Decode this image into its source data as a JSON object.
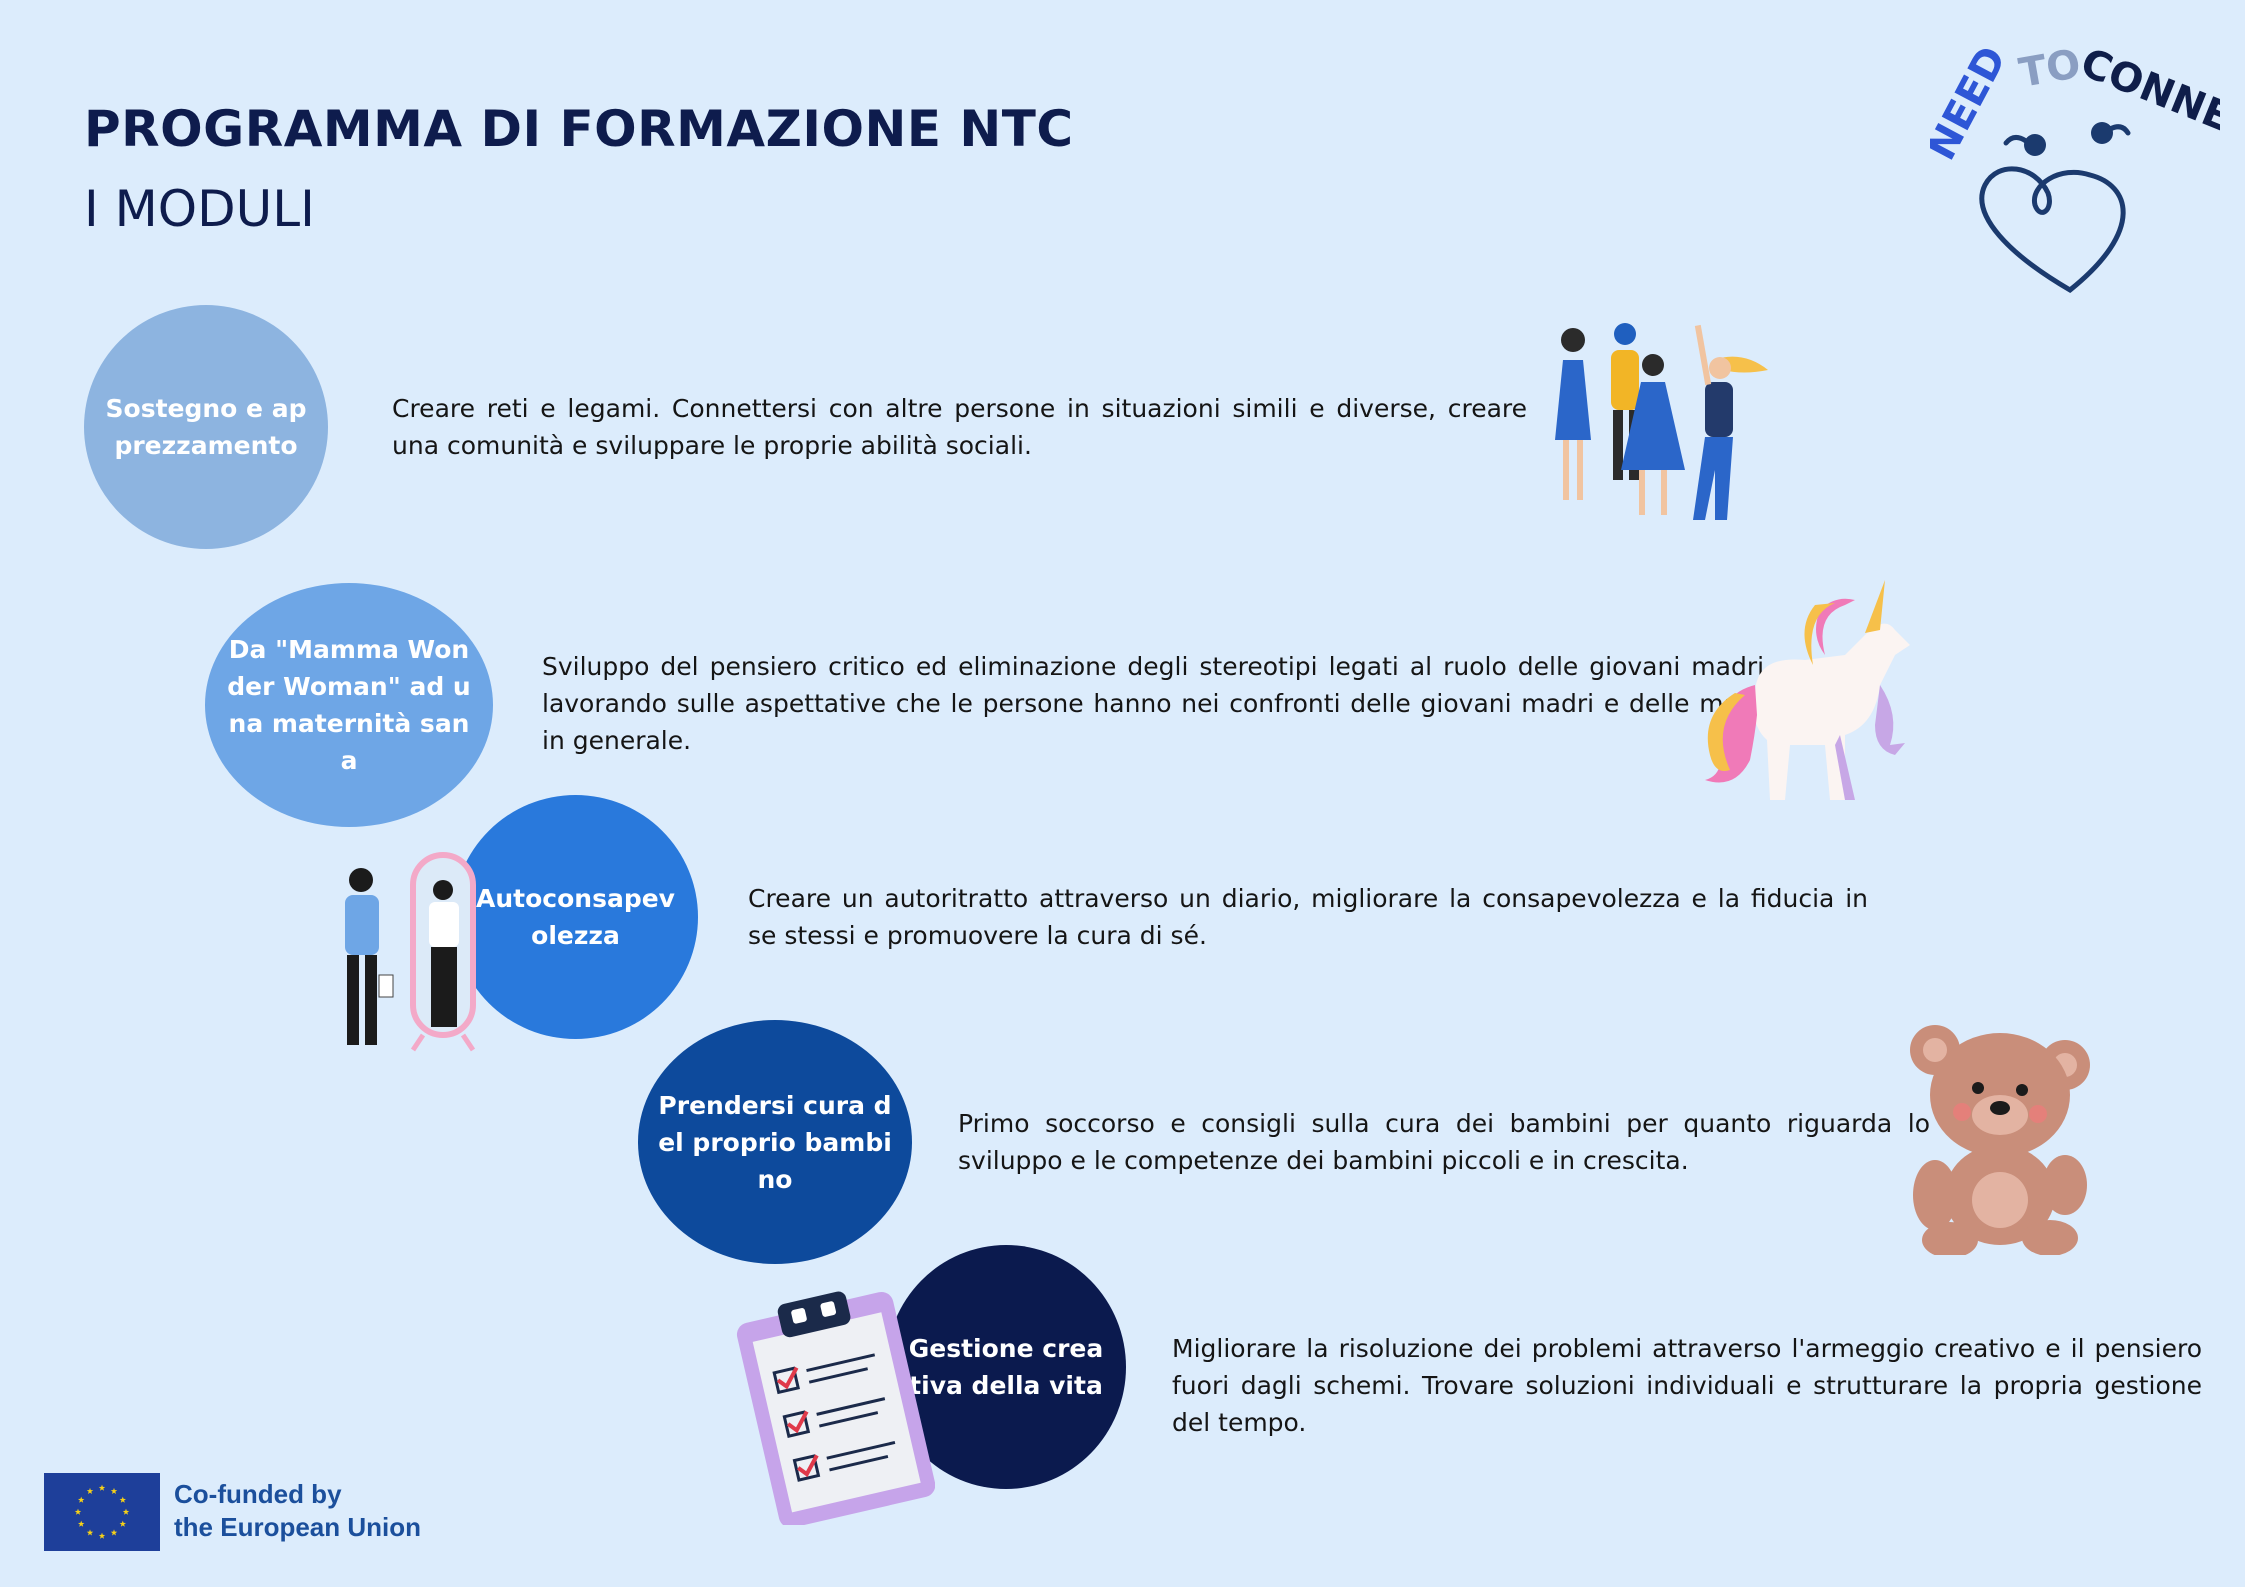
{
  "header": {
    "title": "PROGRAMMA DI FORMAZIONE NTC",
    "subtitle": "I MODULI"
  },
  "logo": {
    "word_1": "NEED",
    "word_2": "TO",
    "word_3": "CONNECT",
    "icon": "heart-with-two-heads-icon"
  },
  "modules": [
    {
      "label": "Sostegno e apprezzamento",
      "description": "Creare reti e legami. Connettersi con altre persone in situazioni simili e diverse, creare una comunità e sviluppare le proprie abilità sociali.",
      "color": "#8db4e0",
      "illustration": "group-of-friends-illustration"
    },
    {
      "label": "Da \"Mamma Wonder Woman\" ad una maternità sana",
      "description": "Sviluppo del pensiero critico ed eliminazione degli stereotipi legati al ruolo delle giovani madri, lavorando sulle aspettative che le persone hanno nei confronti delle giovani madri e delle madri in generale.",
      "color": "#6ea6e6",
      "illustration": "unicorn-illustration"
    },
    {
      "label": "Autoconsapevolezza",
      "description": "Creare un autoritratto attraverso un diario, migliorare la consapevolezza e la fiducia in se stessi e promuovere la cura di sé.",
      "color": "#2979dc",
      "illustration": "woman-in-mirror-illustration"
    },
    {
      "label": "Prendersi cura del proprio bambino",
      "description": "Primo soccorso e consigli sulla cura dei bambini per quanto riguarda lo sviluppo e le competenze dei bambini piccoli e in crescita.",
      "color": "#0d4a9c",
      "illustration": "teddy-bear-illustration"
    },
    {
      "label": "Gestione creativa della vita",
      "description": "Migliorare la risoluzione dei problemi attraverso l'armeggio creativo e il pensiero fuori dagli schemi. Trovare soluzioni individuali e strutturare la propria gestione del tempo.",
      "color": "#0b1a4e",
      "illustration": "checklist-clipboard-illustration"
    }
  ],
  "footer": {
    "eu_line_1": "Co-funded by",
    "eu_line_2": "the European Union",
    "eu_flag_icon": "eu-flag-icon"
  },
  "colors": {
    "background": "#dcecfc",
    "title": "#0e1c4d",
    "eu_blue": "#1b4f9c"
  }
}
